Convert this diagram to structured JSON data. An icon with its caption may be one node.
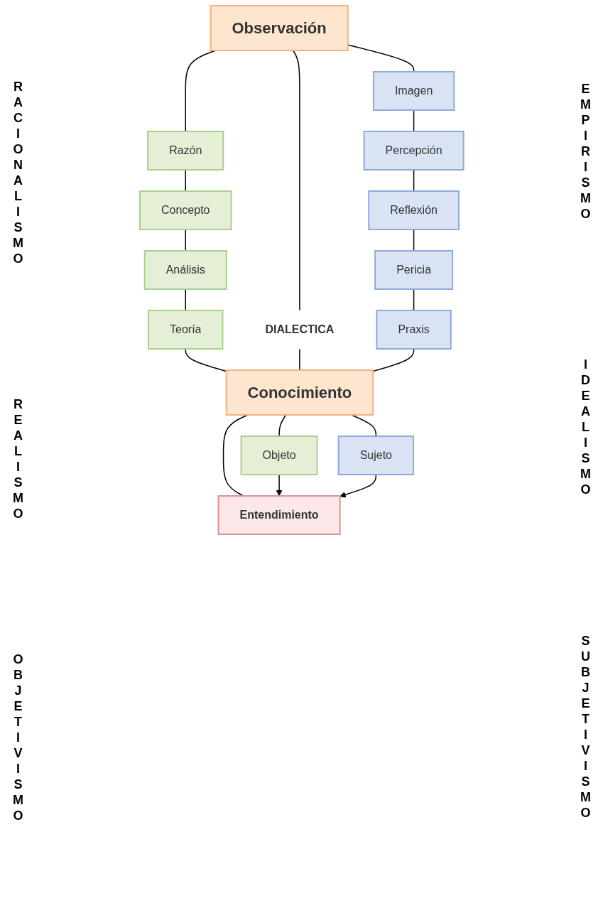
{
  "diagram": {
    "nodes": [
      {
        "text": [
          "Observación"
        ]
      },
      {
        "text": [
          "Razón"
        ]
      },
      {
        "text": [
          "Concepto"
        ]
      },
      {
        "text": [
          "Análisis"
        ]
      },
      {
        "text": [
          "Teoría"
        ]
      },
      {
        "text": [
          "DIALECTICA"
        ]
      },
      {
        "text": [
          "Imagen"
        ]
      },
      {
        "text": [
          "Percepción"
        ]
      },
      {
        "text": [
          "Reflexión"
        ]
      },
      {
        "text": [
          "Pericia"
        ]
      },
      {
        "text": [
          "Praxis"
        ]
      },
      {
        "text": [
          "Conocimiento"
        ]
      },
      {
        "text": [
          "Objeto"
        ]
      },
      {
        "text": [
          "Sujeto"
        ]
      },
      {
        "text": [
          "Entendimiento"
        ]
      }
    ],
    "edges": [
      {
        "from": 0,
        "to": 1,
        "arrow": "none"
      },
      {
        "from": 1,
        "to": 2,
        "arrow": "none"
      },
      {
        "from": 2,
        "to": 3,
        "arrow": "none"
      },
      {
        "from": 3,
        "to": 4,
        "arrow": "none"
      },
      {
        "from": 4,
        "to": 11,
        "arrow": "none"
      },
      {
        "from": 0,
        "to": 5,
        "arrow": "none"
      },
      {
        "from": 5,
        "to": 11,
        "arrow": "none"
      },
      {
        "from": 0,
        "to": 6,
        "arrow": "none"
      },
      {
        "from": 6,
        "to": 7,
        "arrow": "none"
      },
      {
        "from": 7,
        "to": 8,
        "arrow": "none"
      },
      {
        "from": 8,
        "to": 9,
        "arrow": "none"
      },
      {
        "from": 9,
        "to": 10,
        "arrow": "none"
      },
      {
        "from": 10,
        "to": 11,
        "arrow": "none"
      },
      {
        "from": 11,
        "to": 12,
        "arrow": "none"
      },
      {
        "from": 11,
        "to": 14,
        "arrow": "none"
      },
      {
        "from": 11,
        "to": 13,
        "arrow": "none"
      },
      {
        "from": 12,
        "to": 14,
        "arrow": "to"
      },
      {
        "from": 13,
        "to": 14,
        "arrow": "to"
      }
    ],
    "labels": [
      "RACIONALISMO",
      "EMPIRISMO",
      "REALISMO",
      "IDEALISMO",
      "OBJETIVISMO",
      "SUBJETIVISMO"
    ]
  }
}
